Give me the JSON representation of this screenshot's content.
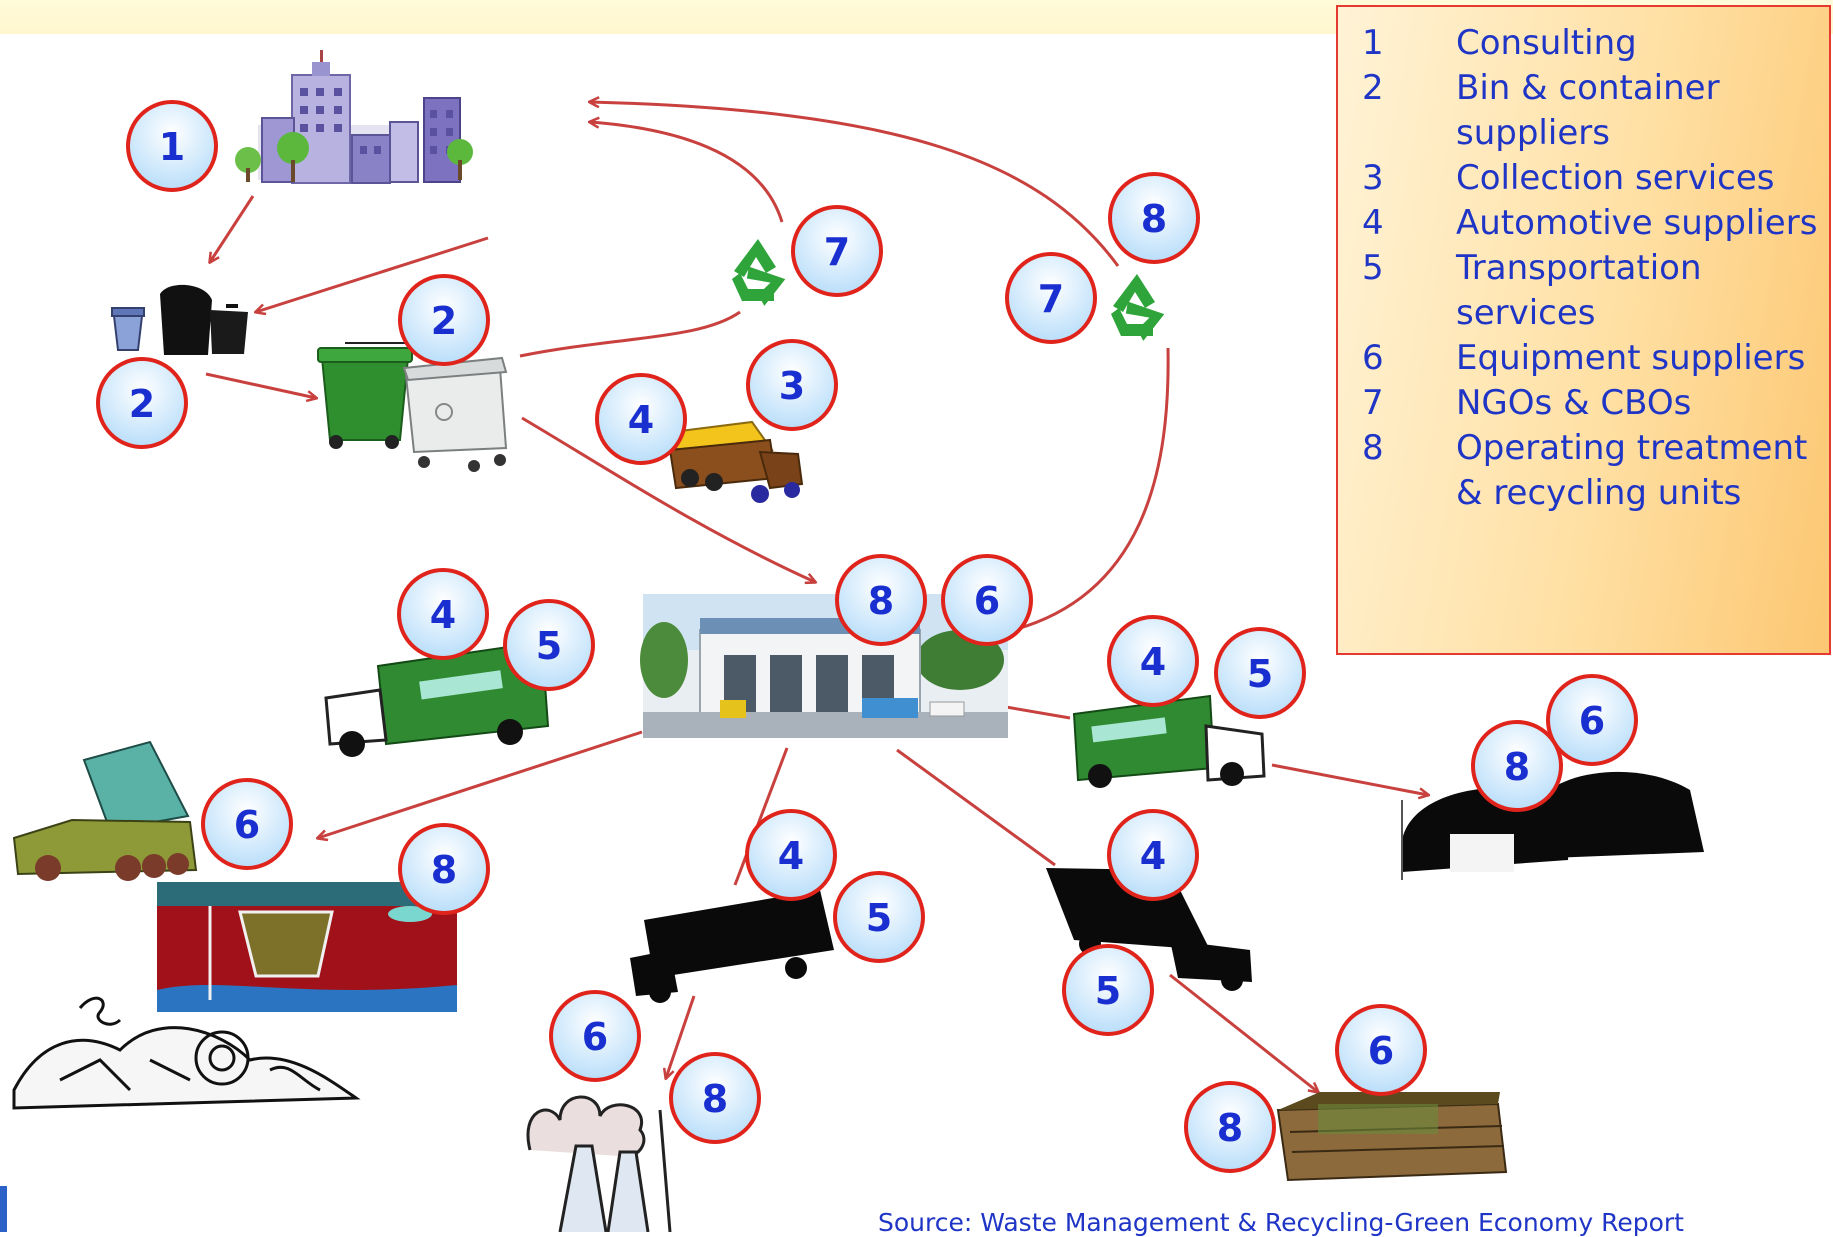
{
  "legend": {
    "items": [
      {
        "num": "1",
        "text": "Consulting"
      },
      {
        "num": "2",
        "text": "Bin & container suppliers"
      },
      {
        "num": "3",
        "text": "Collection services"
      },
      {
        "num": "4",
        "text": "Automotive suppliers"
      },
      {
        "num": "5",
        "text": "Transportation services"
      },
      {
        "num": "6",
        "text": "Equipment suppliers"
      },
      {
        "num": "7",
        "text": "NGOs & CBOs"
      },
      {
        "num": "8",
        "text": "Operating treatment & recycling units"
      }
    ]
  },
  "badges": {
    "b1": "1",
    "b2": "2",
    "b3": "3",
    "b4": "4",
    "b5": "5",
    "b6": "6",
    "b7": "7",
    "b8": "8"
  },
  "icons": [
    "city-buildings-icon",
    "trash-bins-icon",
    "wheelie-bins-icon",
    "recycle-icon",
    "dump-truck-icon",
    "treatment-facility-icon",
    "green-truck-icon",
    "black-truck-icon",
    "landfill-icon",
    "waste-pile-icon",
    "incinerator-smokestack-icon",
    "biogas-domes-icon",
    "compost-box-icon"
  ],
  "colors": {
    "arrow": "#c8413e",
    "badge_ring": "#e0241b",
    "badge_fill": "#cfe9fb",
    "badge_text": "#1a2fd0",
    "legend_text": "#1f35c6",
    "legend_border": "#e53a2f"
  },
  "source": "Source: Waste Management & Recycling-Green Economy Report"
}
